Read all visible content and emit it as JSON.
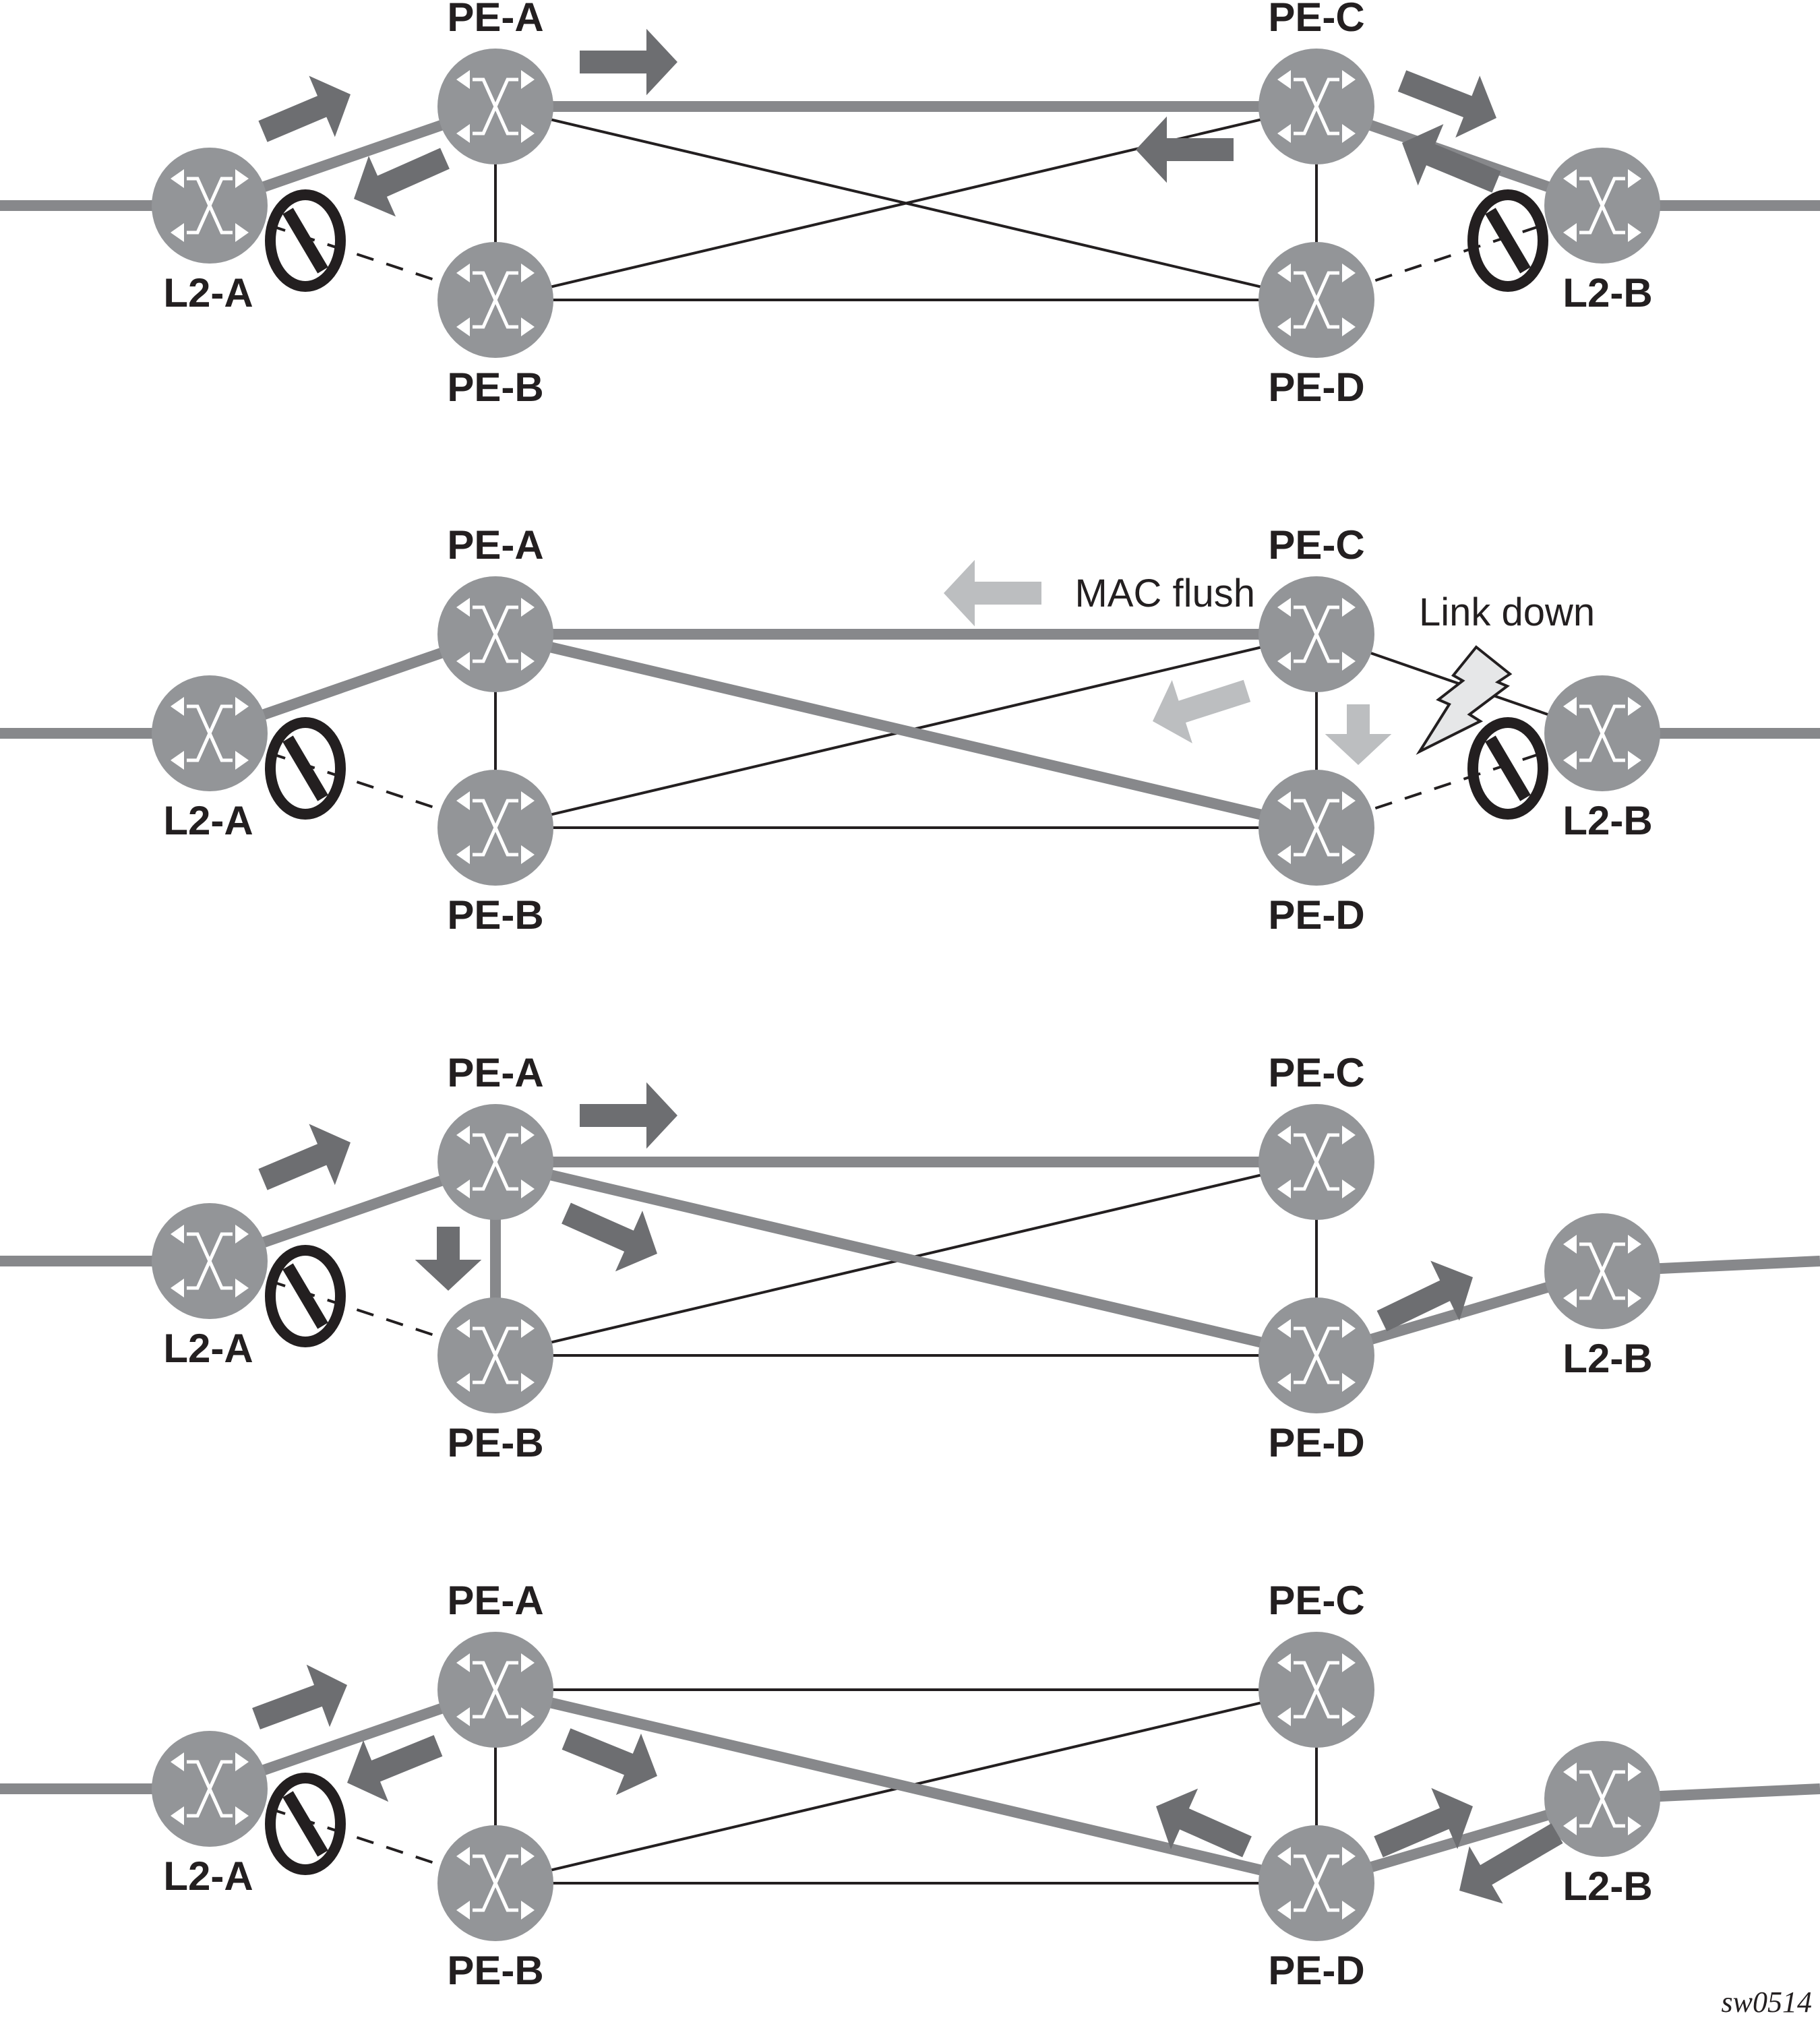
{
  "figure_id": "sw0514",
  "colors": {
    "node_fill": "#939598",
    "active_link": "#87888b",
    "traffic_arrow": "#6d6e71",
    "flush_arrow": "#bcbec0",
    "line": "#231f20",
    "lightning_fill": "#e6e7e8"
  },
  "nodes": {
    "L2-A": "L2-A",
    "PE-A": "PE-A",
    "PE-B": "PE-B",
    "PE-C": "PE-C",
    "PE-D": "PE-D",
    "L2-B": "L2-B"
  },
  "panels": [
    {
      "id": "panel-1",
      "active_links": [
        [
          "ext-left",
          "L2-A"
        ],
        [
          "L2-A",
          "PE-A"
        ],
        [
          "PE-A",
          "PE-C"
        ],
        [
          "PE-C",
          "L2-B"
        ],
        [
          "L2-B",
          "ext-right"
        ]
      ],
      "thin_links": [
        [
          "PE-A",
          "PE-B"
        ],
        [
          "PE-C",
          "PE-D"
        ],
        [
          "PE-A",
          "PE-D"
        ],
        [
          "PE-B",
          "PE-C"
        ],
        [
          "PE-B",
          "PE-D"
        ]
      ],
      "blocked_links": [
        [
          "L2-A",
          "PE-B"
        ],
        [
          "PE-D",
          "L2-B"
        ]
      ],
      "blocked_at": [
        "L2-A",
        "L2-B"
      ],
      "annotations": []
    },
    {
      "id": "panel-2",
      "active_links": [
        [
          "ext-left",
          "L2-A"
        ],
        [
          "L2-A",
          "PE-A"
        ],
        [
          "PE-A",
          "PE-C"
        ],
        [
          "PE-A",
          "PE-D"
        ],
        [
          "L2-B",
          "ext-right"
        ]
      ],
      "thin_links": [
        [
          "PE-A",
          "PE-B"
        ],
        [
          "PE-C",
          "PE-D"
        ],
        [
          "PE-B",
          "PE-C"
        ],
        [
          "PE-B",
          "PE-D"
        ],
        [
          "PE-C",
          "L2-B"
        ]
      ],
      "blocked_links": [
        [
          "L2-A",
          "PE-B"
        ],
        [
          "PE-D",
          "L2-B"
        ]
      ],
      "blocked_at": [
        "L2-A",
        "L2-B"
      ],
      "annotations": [
        {
          "text": "MAC flush"
        },
        {
          "text": "Link down"
        }
      ]
    },
    {
      "id": "panel-3",
      "active_links": [
        [
          "ext-left",
          "L2-A"
        ],
        [
          "L2-A",
          "PE-A"
        ],
        [
          "PE-A",
          "PE-C"
        ],
        [
          "PE-A",
          "PE-D"
        ],
        [
          "PE-A",
          "PE-B"
        ],
        [
          "PE-D",
          "L2-B"
        ],
        [
          "L2-B",
          "ext-right"
        ]
      ],
      "thin_links": [
        [
          "PE-C",
          "PE-D"
        ],
        [
          "PE-B",
          "PE-C"
        ],
        [
          "PE-B",
          "PE-D"
        ]
      ],
      "blocked_links": [
        [
          "L2-A",
          "PE-B"
        ]
      ],
      "blocked_at": [
        "L2-A"
      ],
      "annotations": []
    },
    {
      "id": "panel-4",
      "active_links": [
        [
          "ext-left",
          "L2-A"
        ],
        [
          "L2-A",
          "PE-A"
        ],
        [
          "PE-A",
          "PE-D"
        ],
        [
          "PE-D",
          "L2-B"
        ],
        [
          "L2-B",
          "ext-right"
        ]
      ],
      "thin_links": [
        [
          "PE-A",
          "PE-B"
        ],
        [
          "PE-A",
          "PE-C"
        ],
        [
          "PE-C",
          "PE-D"
        ],
        [
          "PE-B",
          "PE-C"
        ],
        [
          "PE-B",
          "PE-D"
        ]
      ],
      "blocked_links": [
        [
          "L2-A",
          "PE-B"
        ]
      ],
      "blocked_at": [
        "L2-A"
      ],
      "annotations": []
    }
  ]
}
